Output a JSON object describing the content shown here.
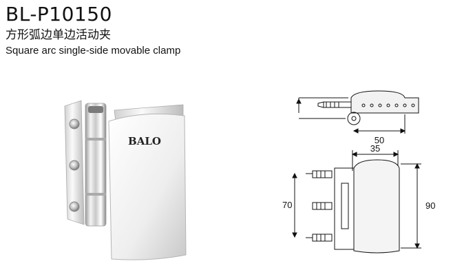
{
  "product": {
    "model": "BL-P10150",
    "name_cn": "方形弧边单边活动夹",
    "name_en": "Square arc single-side movable clamp",
    "brand": "BALO"
  },
  "dimensions": {
    "top_width": "50",
    "front_width": "35",
    "hole_spacing": "70",
    "height": "90"
  },
  "icons": {
    "photo": "hinge-clamp-photo",
    "drawing": "technical-drawing"
  }
}
